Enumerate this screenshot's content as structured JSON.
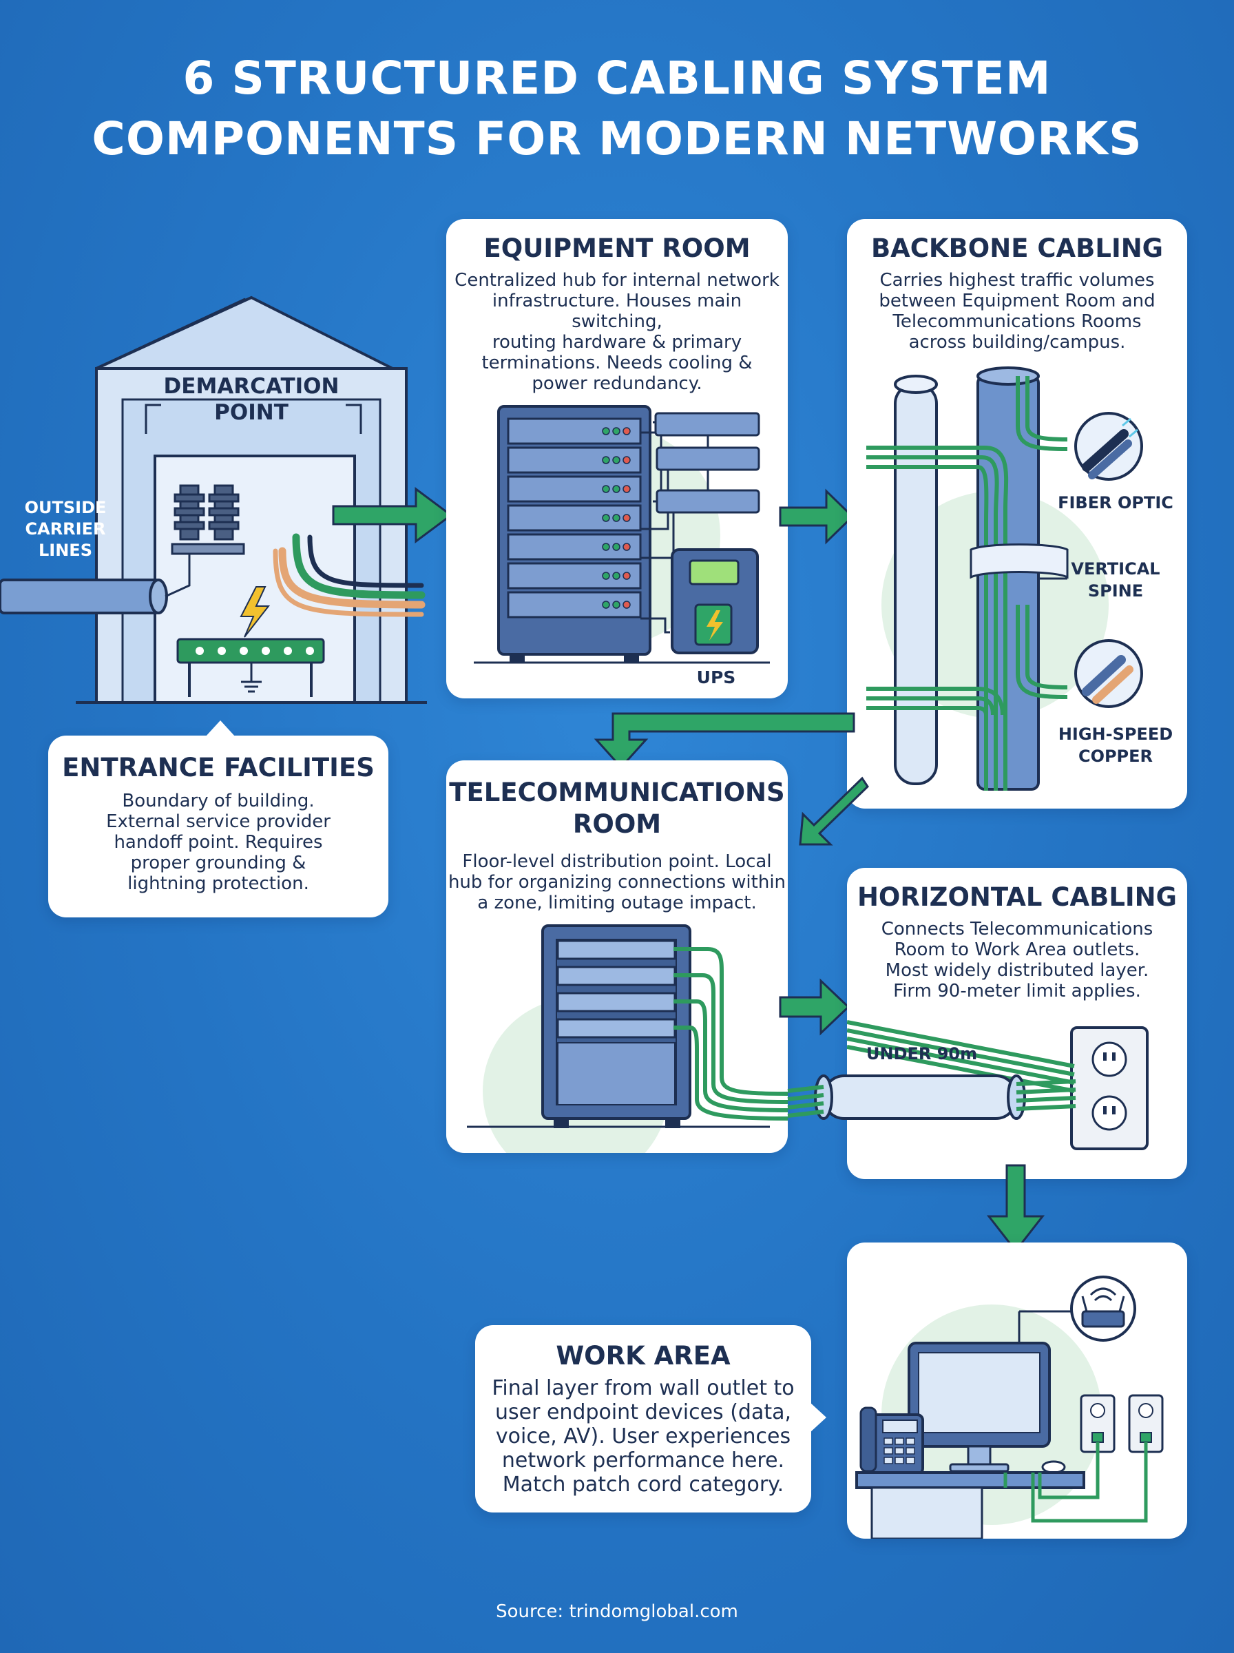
{
  "title": {
    "line1": "6 STRUCTURED CABLING SYSTEM",
    "line2": "COMPONENTS FOR MODERN NETWORKS"
  },
  "entrance": {
    "demarc_line1": "DEMARCATION",
    "demarc_line2": "POINT",
    "outside_line1": "OUTSIDE",
    "outside_line2": "CARRIER",
    "outside_line3": "LINES",
    "heading": "ENTRANCE FACILITIES",
    "desc": [
      "Boundary of building.",
      "External service provider",
      "handoff point. Requires",
      "proper grounding &",
      "lightning protection."
    ]
  },
  "equipment": {
    "heading": "EQUIPMENT ROOM",
    "desc": [
      "Centralized hub for internal network",
      "infrastructure. Houses main switching,",
      "routing hardware & primary",
      "terminations. Needs cooling &",
      "power redundancy."
    ],
    "ups_label": "UPS"
  },
  "backbone": {
    "heading": "BACKBONE CABLING",
    "desc": [
      "Carries highest traffic volumes",
      "between Equipment Room and",
      "Telecommunications Rooms",
      "across building/campus."
    ],
    "fiber_label": "FIBER OPTIC",
    "spine_line1": "VERTICAL",
    "spine_line2": "SPINE",
    "copper_line1": "HIGH-SPEED",
    "copper_line2": "COPPER"
  },
  "telecom": {
    "heading_line1": "TELECOMMUNICATIONS",
    "heading_line2": "ROOM",
    "desc": [
      "Floor-level distribution point. Local",
      "hub for organizing connections within",
      "a zone, limiting outage impact."
    ]
  },
  "horizontal": {
    "heading": "HORIZONTAL CABLING",
    "desc": [
      "Connects Telecommunications",
      "Room to Work Area outlets.",
      "Most widely distributed layer.",
      "Firm 90-meter limit applies."
    ],
    "distance_label": "UNDER 90m"
  },
  "work": {
    "heading": "WORK AREA",
    "desc": [
      "Final layer from wall outlet to",
      "user endpoint devices (data,",
      "voice, AV). User experiences",
      "network performance here.",
      "Match patch cord category."
    ]
  },
  "source": "Source: trindomglobal.com",
  "colors": {
    "background": "#2474c4",
    "arrow": "#2fa567",
    "ink": "#1d2f52",
    "panel": "#ffffff",
    "accent_green": "#2e9a5e"
  },
  "icons": [
    "building-icon",
    "insulator-icon",
    "lightning-icon",
    "grounding-bar-icon",
    "server-rack-icon",
    "ups-icon",
    "conduit-icon",
    "wall-outlet-icon",
    "wifi-router-icon",
    "computer-monitor-icon",
    "desk-phone-icon"
  ]
}
